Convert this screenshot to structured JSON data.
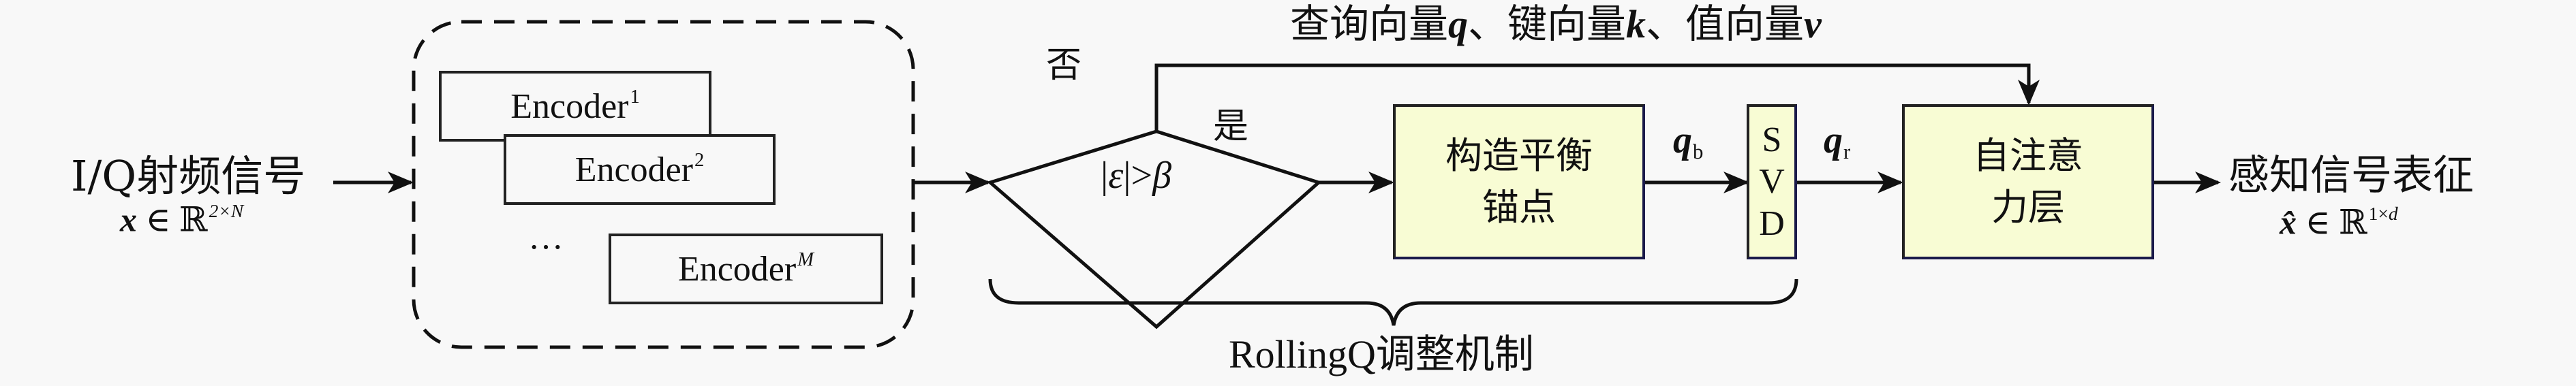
{
  "input": {
    "label": "I/Q射频信号",
    "math_var": "x",
    "math_in": "∈",
    "math_set": "ℝ",
    "math_exp": "2×N"
  },
  "encoders": [
    {
      "name": "Encoder",
      "sup": "1"
    },
    {
      "name": "Encoder",
      "sup": "2"
    },
    {
      "name": "Encoder",
      "sup": "M"
    }
  ],
  "ellipsis": "···",
  "decision": {
    "condition_abs_l": "|",
    "condition_eps": "ε",
    "condition_abs_r": "|",
    "condition_op": ">",
    "condition_rhs": "β",
    "yes_label": "是",
    "no_label": "否"
  },
  "anchor_box": {
    "line1": "构造平衡",
    "line2": "锚点"
  },
  "qb_label": {
    "var": "q",
    "sub": "b"
  },
  "svd_box": {
    "letters": [
      "S",
      "V",
      "D"
    ]
  },
  "qr_label": {
    "var": "q",
    "sub": "r"
  },
  "attention_box": {
    "line1": "自注意",
    "line2": "力层"
  },
  "top_label": {
    "part1": "查询向量",
    "q": "q",
    "sep1": "、键向量",
    "k": "k",
    "sep2": "、值向量",
    "v": "v"
  },
  "output": {
    "label": "感知信号表征",
    "math_var": "x̂",
    "math_in": "∈",
    "math_set": "ℝ",
    "math_exp_1": "1×",
    "math_exp_d": "d"
  },
  "brace_label": "RollingQ调整机制",
  "colors": {
    "background": "#f8f8f8",
    "block_fill": "#f8fcd4",
    "stroke": "#111111"
  }
}
